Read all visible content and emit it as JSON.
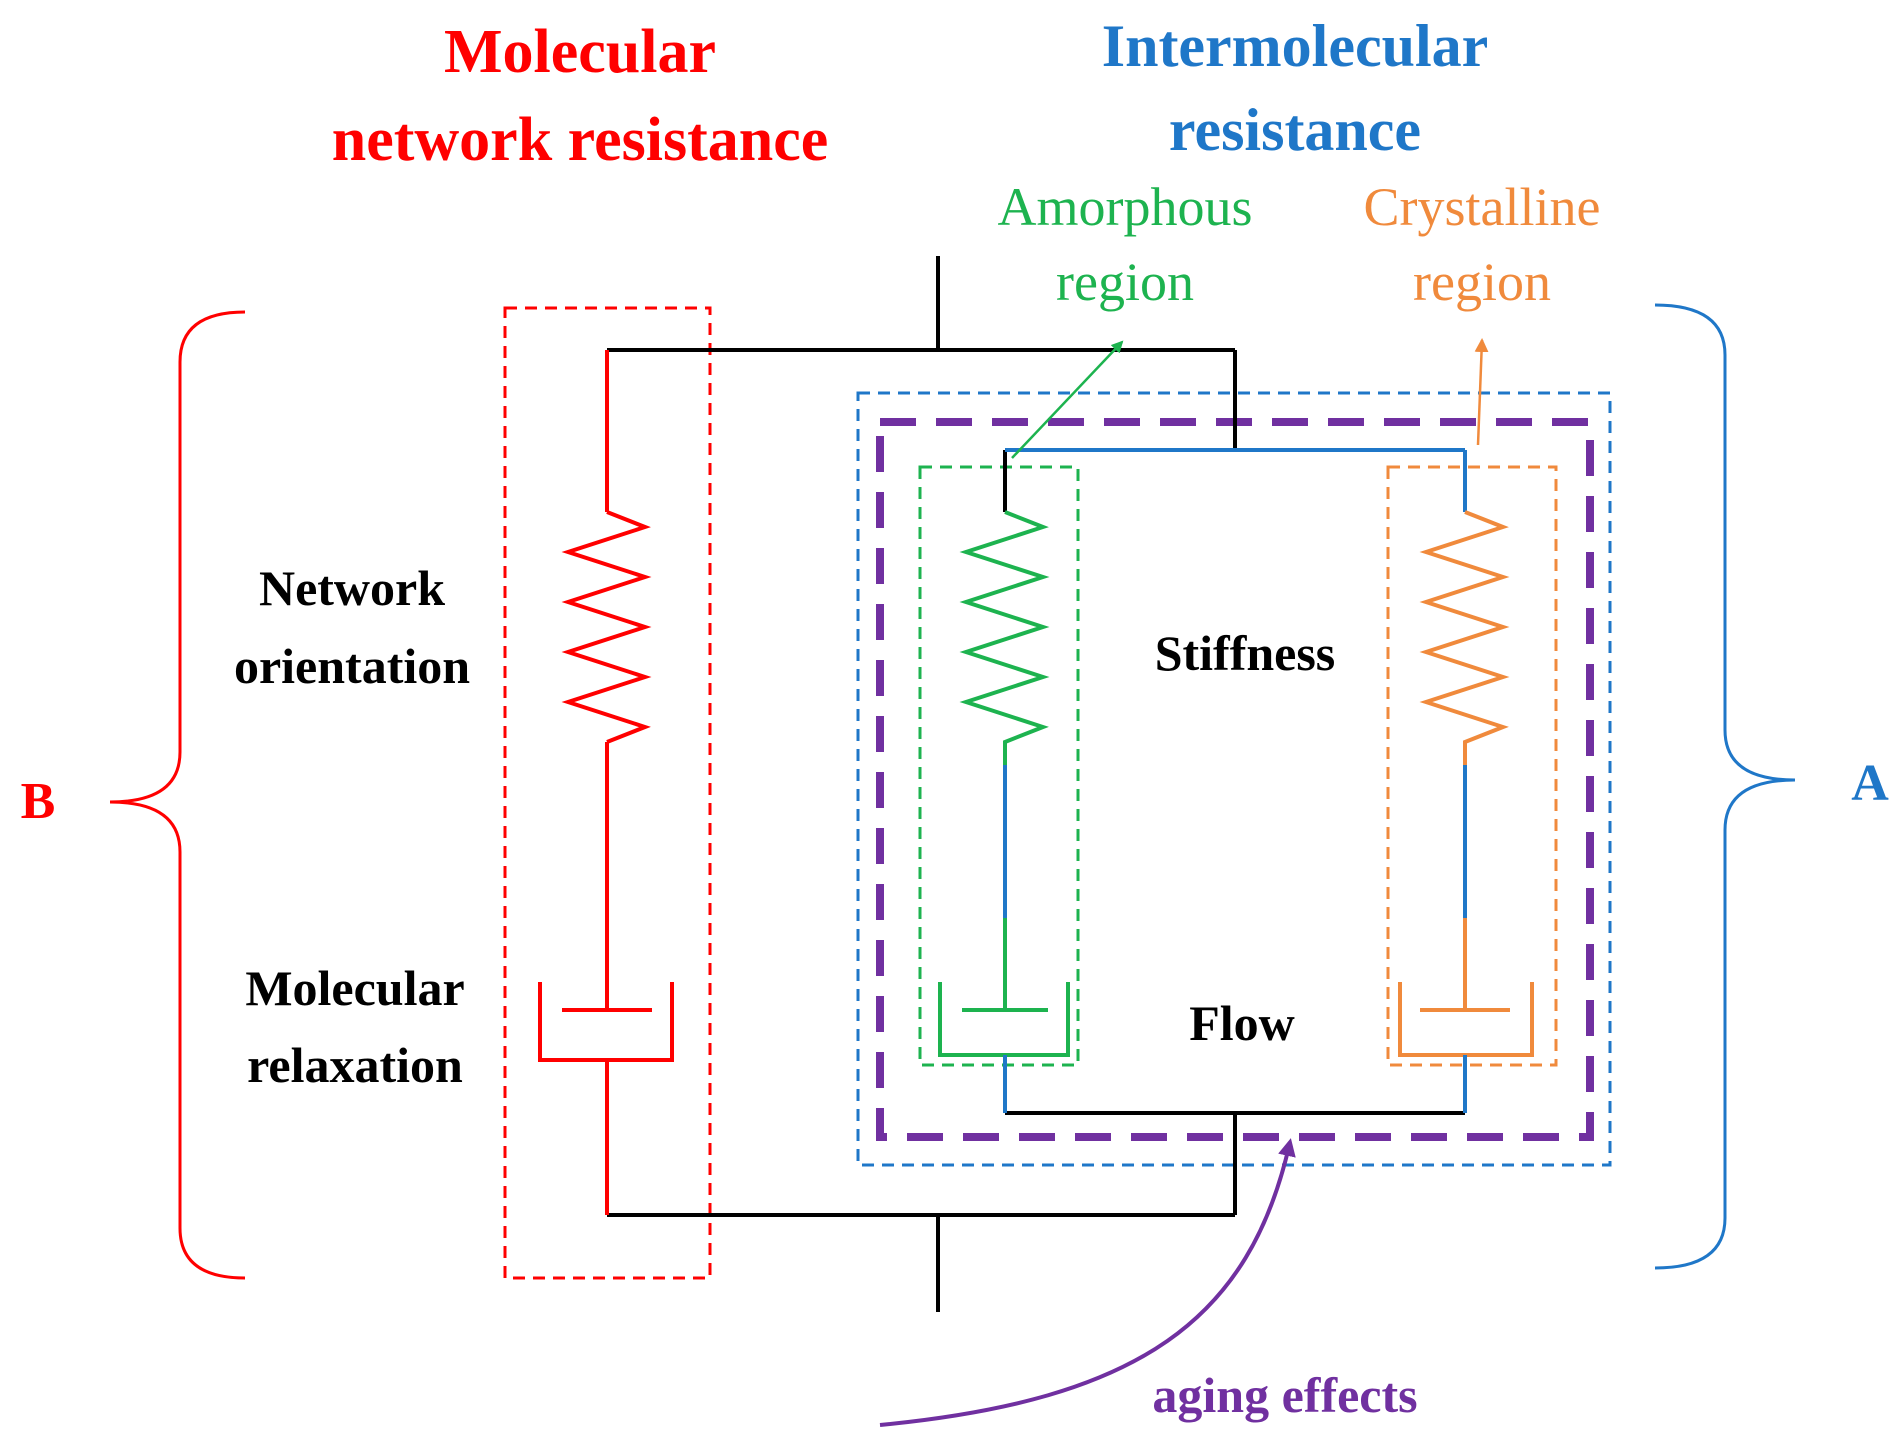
{
  "titles": {
    "molecular_line1": "Molecular",
    "molecular_line2": "network resistance",
    "intermolecular_line1": "Intermolecular",
    "intermolecular_line2": "resistance"
  },
  "regions": {
    "amorphous_line1": "Amorphous",
    "amorphous_line2": "region",
    "crystalline_line1": "Crystalline",
    "crystalline_line2": "region"
  },
  "labels": {
    "network_orientation_line1": "Network",
    "network_orientation_line2": "orientation",
    "molecular_relaxation_line1": "Molecular",
    "molecular_relaxation_line2": "relaxation",
    "stiffness": "Stiffness",
    "flow": "Flow",
    "aging_effects": "aging effects",
    "bracket_b": "B",
    "bracket_a": "A"
  },
  "colors": {
    "red": "#ff0000",
    "blue": "#1f77c8",
    "green": "#1db34f",
    "orange": "#f08a3c",
    "purple": "#7030a0",
    "black": "#000000"
  }
}
